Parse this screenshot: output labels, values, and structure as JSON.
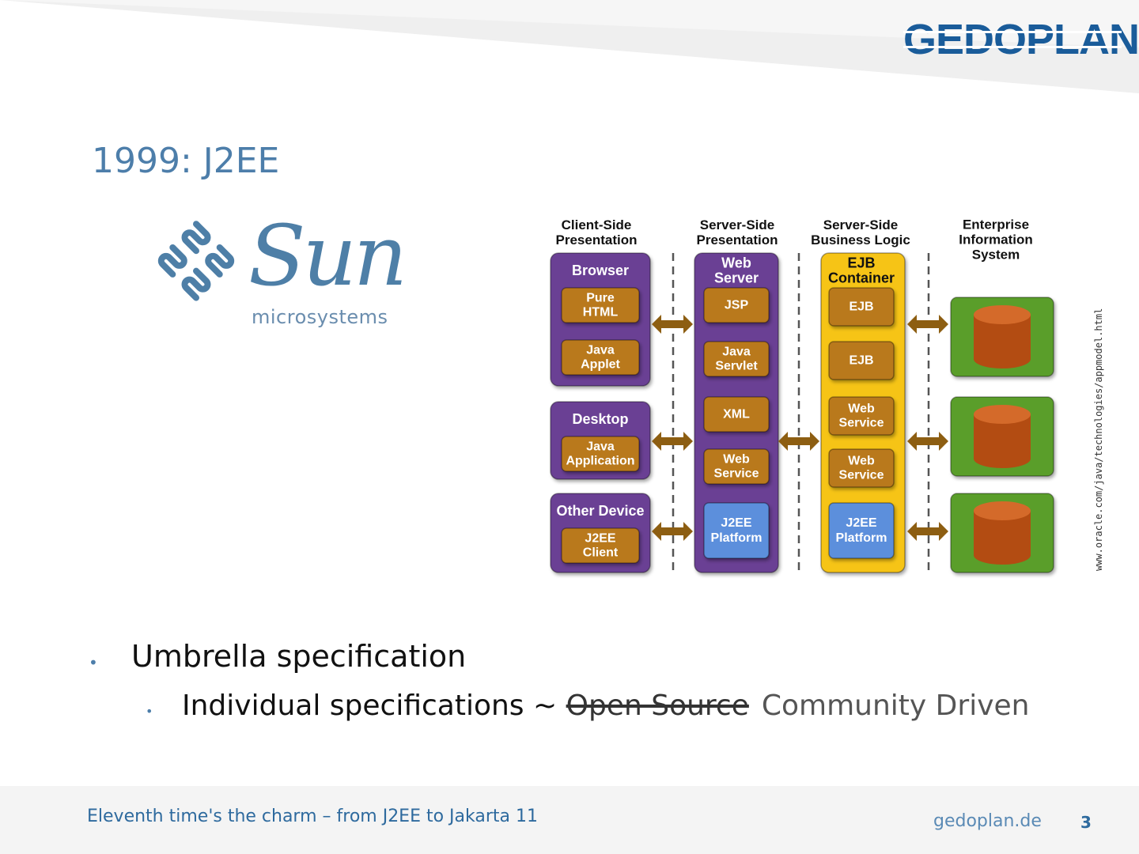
{
  "brand": {
    "logo_text": "GEDOPLAN"
  },
  "slide": {
    "title": "1999: J2EE"
  },
  "sun_logo": {
    "wordmark": "Sun",
    "subtitle": "microsystems"
  },
  "diagram": {
    "columns": [
      {
        "header": [
          "Client-Side",
          "Presentation"
        ]
      },
      {
        "header": [
          "Server-Side",
          "Presentation"
        ]
      },
      {
        "header": [
          "Server-Side",
          "Business Logic"
        ]
      },
      {
        "header": [
          "Enterprise",
          "Information",
          "System"
        ]
      }
    ],
    "client_groups": [
      {
        "title": "Browser",
        "items": [
          [
            "Pure",
            "HTML"
          ],
          [
            "Java",
            "Applet"
          ]
        ]
      },
      {
        "title": "Desktop",
        "items": [
          [
            "Java",
            "Application"
          ]
        ]
      },
      {
        "title": "Other Device",
        "items": [
          [
            "J2EE",
            "Client"
          ]
        ]
      }
    ],
    "web_server": {
      "title": [
        "Web",
        "Server"
      ],
      "items": [
        [
          "JSP"
        ],
        [
          "Java",
          "Servlet"
        ],
        [
          "XML"
        ],
        [
          "Web",
          "Service"
        ]
      ],
      "platform": [
        "J2EE",
        "Platform"
      ]
    },
    "ejb_container": {
      "title": [
        "EJB",
        "Container"
      ],
      "items": [
        [
          "EJB"
        ],
        [
          "EJB"
        ],
        [
          "Web",
          "Service"
        ],
        [
          "Web",
          "Service"
        ]
      ],
      "platform": [
        "J2EE",
        "Platform"
      ]
    },
    "colors": {
      "purple": "#6a3f94",
      "yellow": "#f6c419",
      "orange": "#b9791c",
      "blue": "#5b8fdc",
      "green": "#5a9e2a",
      "database": "#b34c12",
      "arrow": "#8d5e12"
    }
  },
  "source_note": "www.oracle.com/java/technologies/appmodel.html",
  "bullets": {
    "level1": "Umbrella specification",
    "level2_prefix": "Individual specifications ~",
    "level2_struck": "Open Source",
    "level2_replacement": "Community Driven"
  },
  "footer": {
    "title": "Eleventh time's the charm – from J2EE to Jakarta 11",
    "url": "gedoplan.de",
    "page_number": "3"
  }
}
